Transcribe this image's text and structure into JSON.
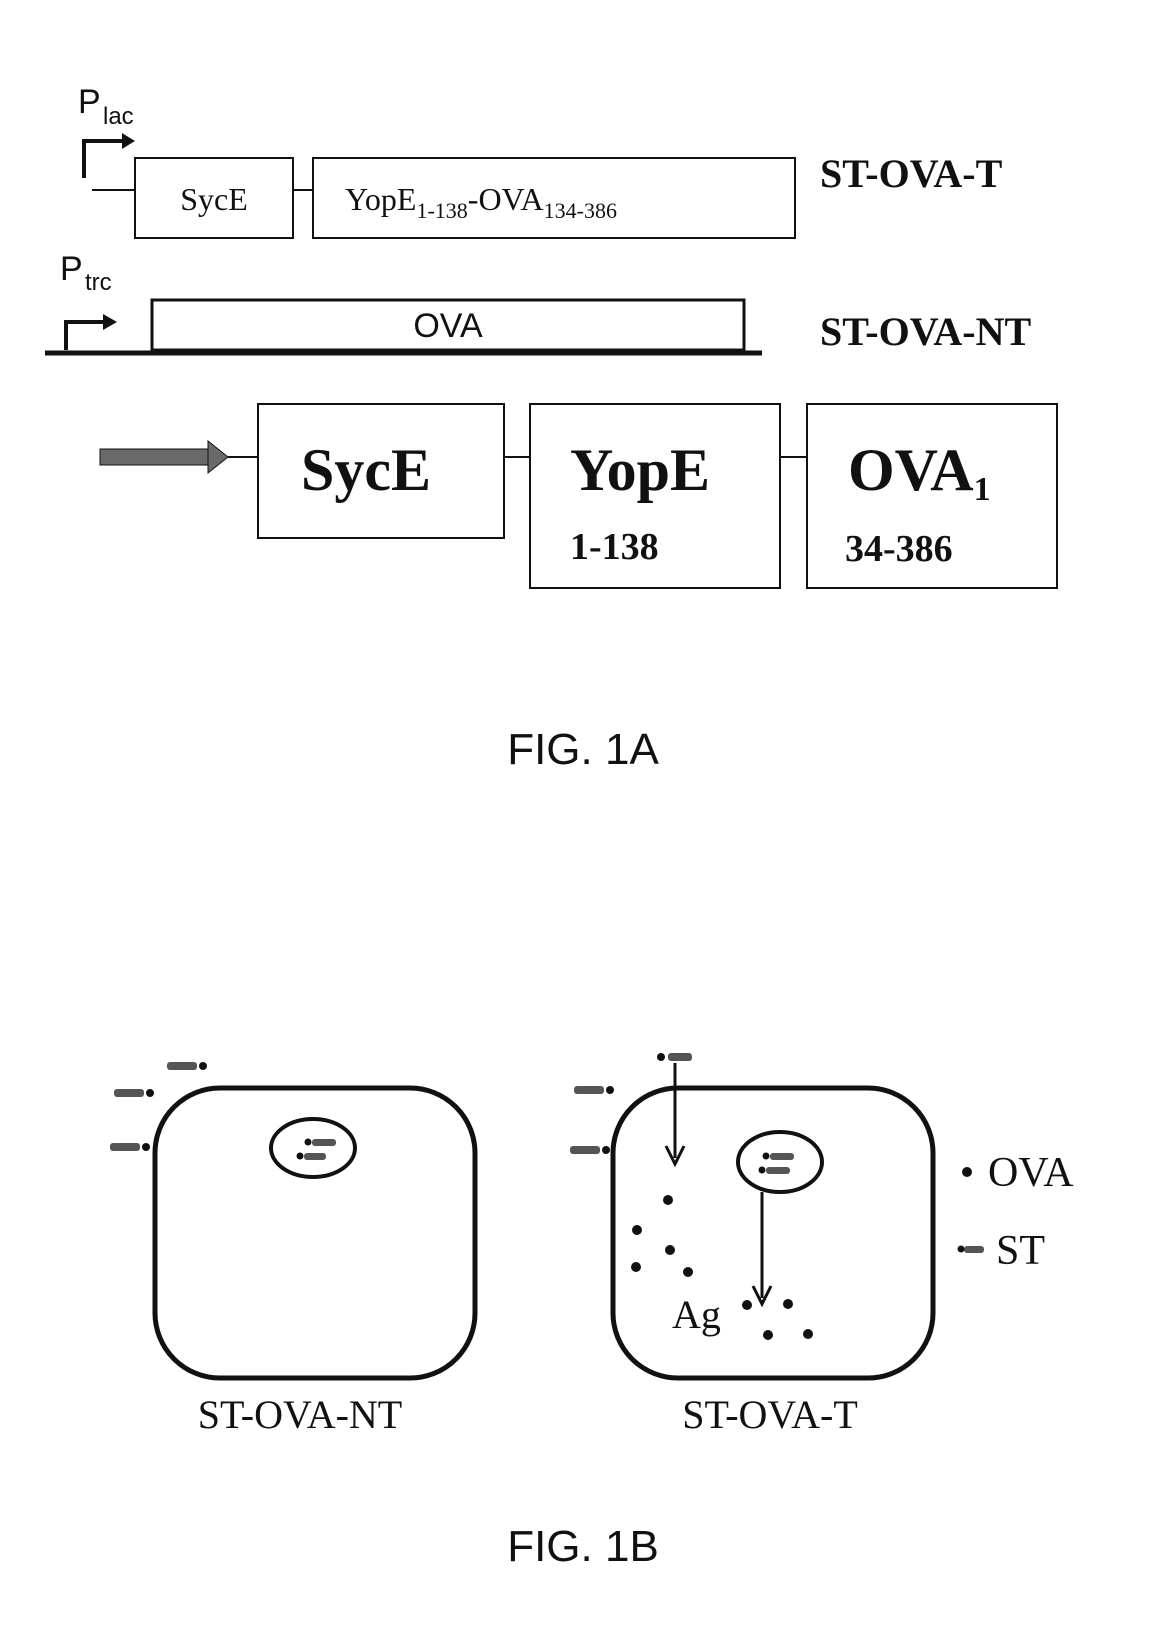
{
  "fig1a": {
    "promoter_lac": {
      "letter": "P",
      "sub": "lac"
    },
    "promoter_trc": {
      "letter": "P",
      "sub": "trc"
    },
    "construct_t": {
      "box1": "SycE",
      "box2_main": "YopE",
      "box2_sub1": "1-138",
      "box2_mid": "-OVA",
      "box2_sub2": "134-386",
      "label": "ST-OVA-T"
    },
    "construct_nt": {
      "box": "OVA",
      "label": "ST-OVA-NT"
    },
    "large_construct": {
      "box1": "SycE",
      "box2": "YopE",
      "box2_sub": "1-138",
      "box3": "OVA",
      "box3_sub_inline": "1",
      "box3_sub": "34-386"
    },
    "caption": "FIG. 1A"
  },
  "fig1b": {
    "left_cell_label": "ST-OVA-NT",
    "right_cell_label": "ST-OVA-T",
    "ag_label": "Ag",
    "legend": {
      "ova": "OVA",
      "st": "ST"
    },
    "caption": "FIG. 1B"
  }
}
